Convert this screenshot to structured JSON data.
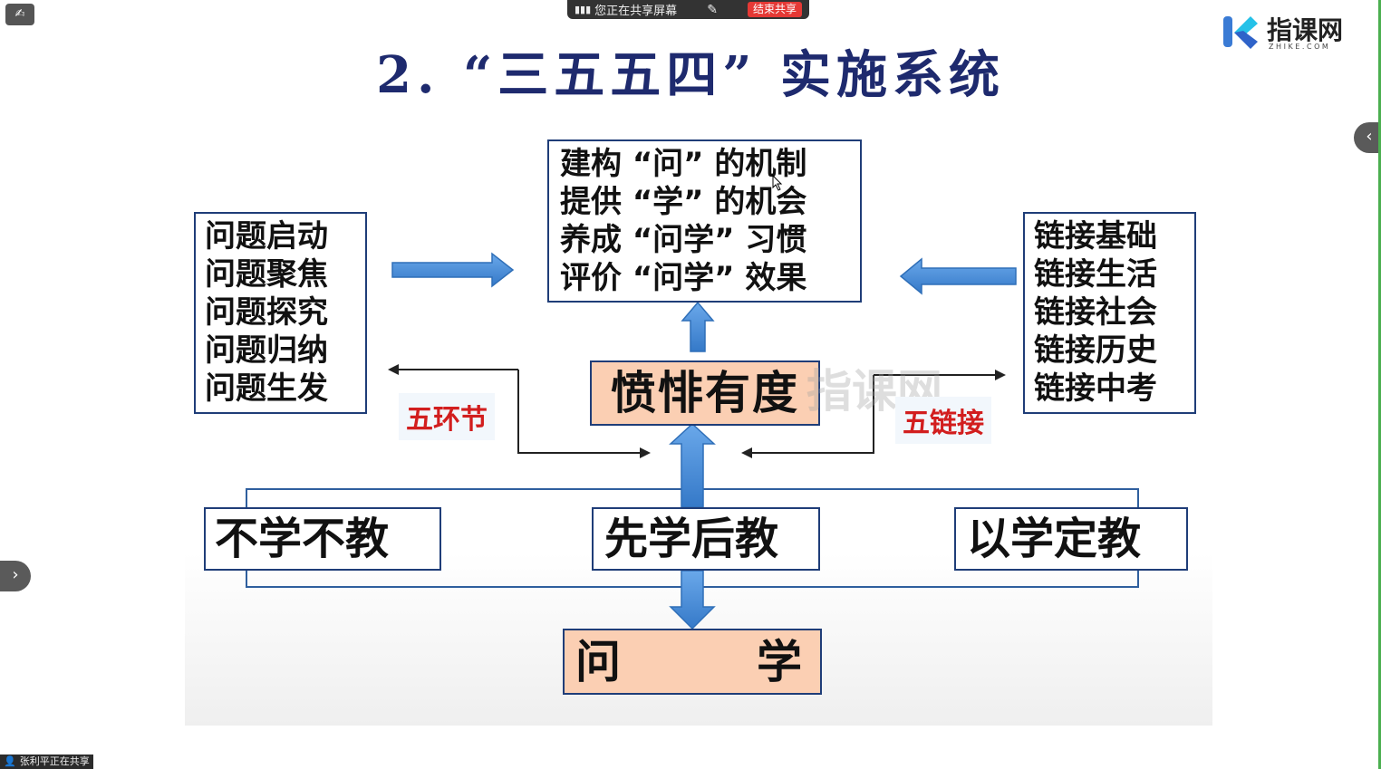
{
  "share_bar": {
    "status": "您正在共享屏幕",
    "end_button": "结束共享"
  },
  "logo": {
    "name": "指课网",
    "sub": "Z H I K E . C O M"
  },
  "slide": {
    "title": "2. “三五五四” 实施系统",
    "left_box": [
      "问题启动",
      "问题聚焦",
      "问题探究",
      "问题归纳",
      "问题生发"
    ],
    "top_box": [
      "建构 “问” 的机制",
      "提供 “学” 的机会",
      "养成 “问学” 习惯",
      "评价 “问学” 效果"
    ],
    "right_box": [
      "链接基础",
      "链接生活",
      "链接社会",
      "链接历史",
      "链接中考"
    ],
    "center_box": "愤悱有度",
    "label_left": "五环节",
    "label_right": "五链接",
    "row_boxes": [
      "不学不教",
      "先学后教",
      "以学定教"
    ],
    "bottom_box": {
      "left": "问",
      "right": "学"
    },
    "watermark": "指课网"
  },
  "bottom_status": "张利平正在共享",
  "colors": {
    "arrow": "#4a90d9",
    "arrow_dark": "#2f6fb8",
    "peach": "#fbcfb3",
    "box_border": "#1f3d78",
    "title": "#1e2a6e"
  }
}
